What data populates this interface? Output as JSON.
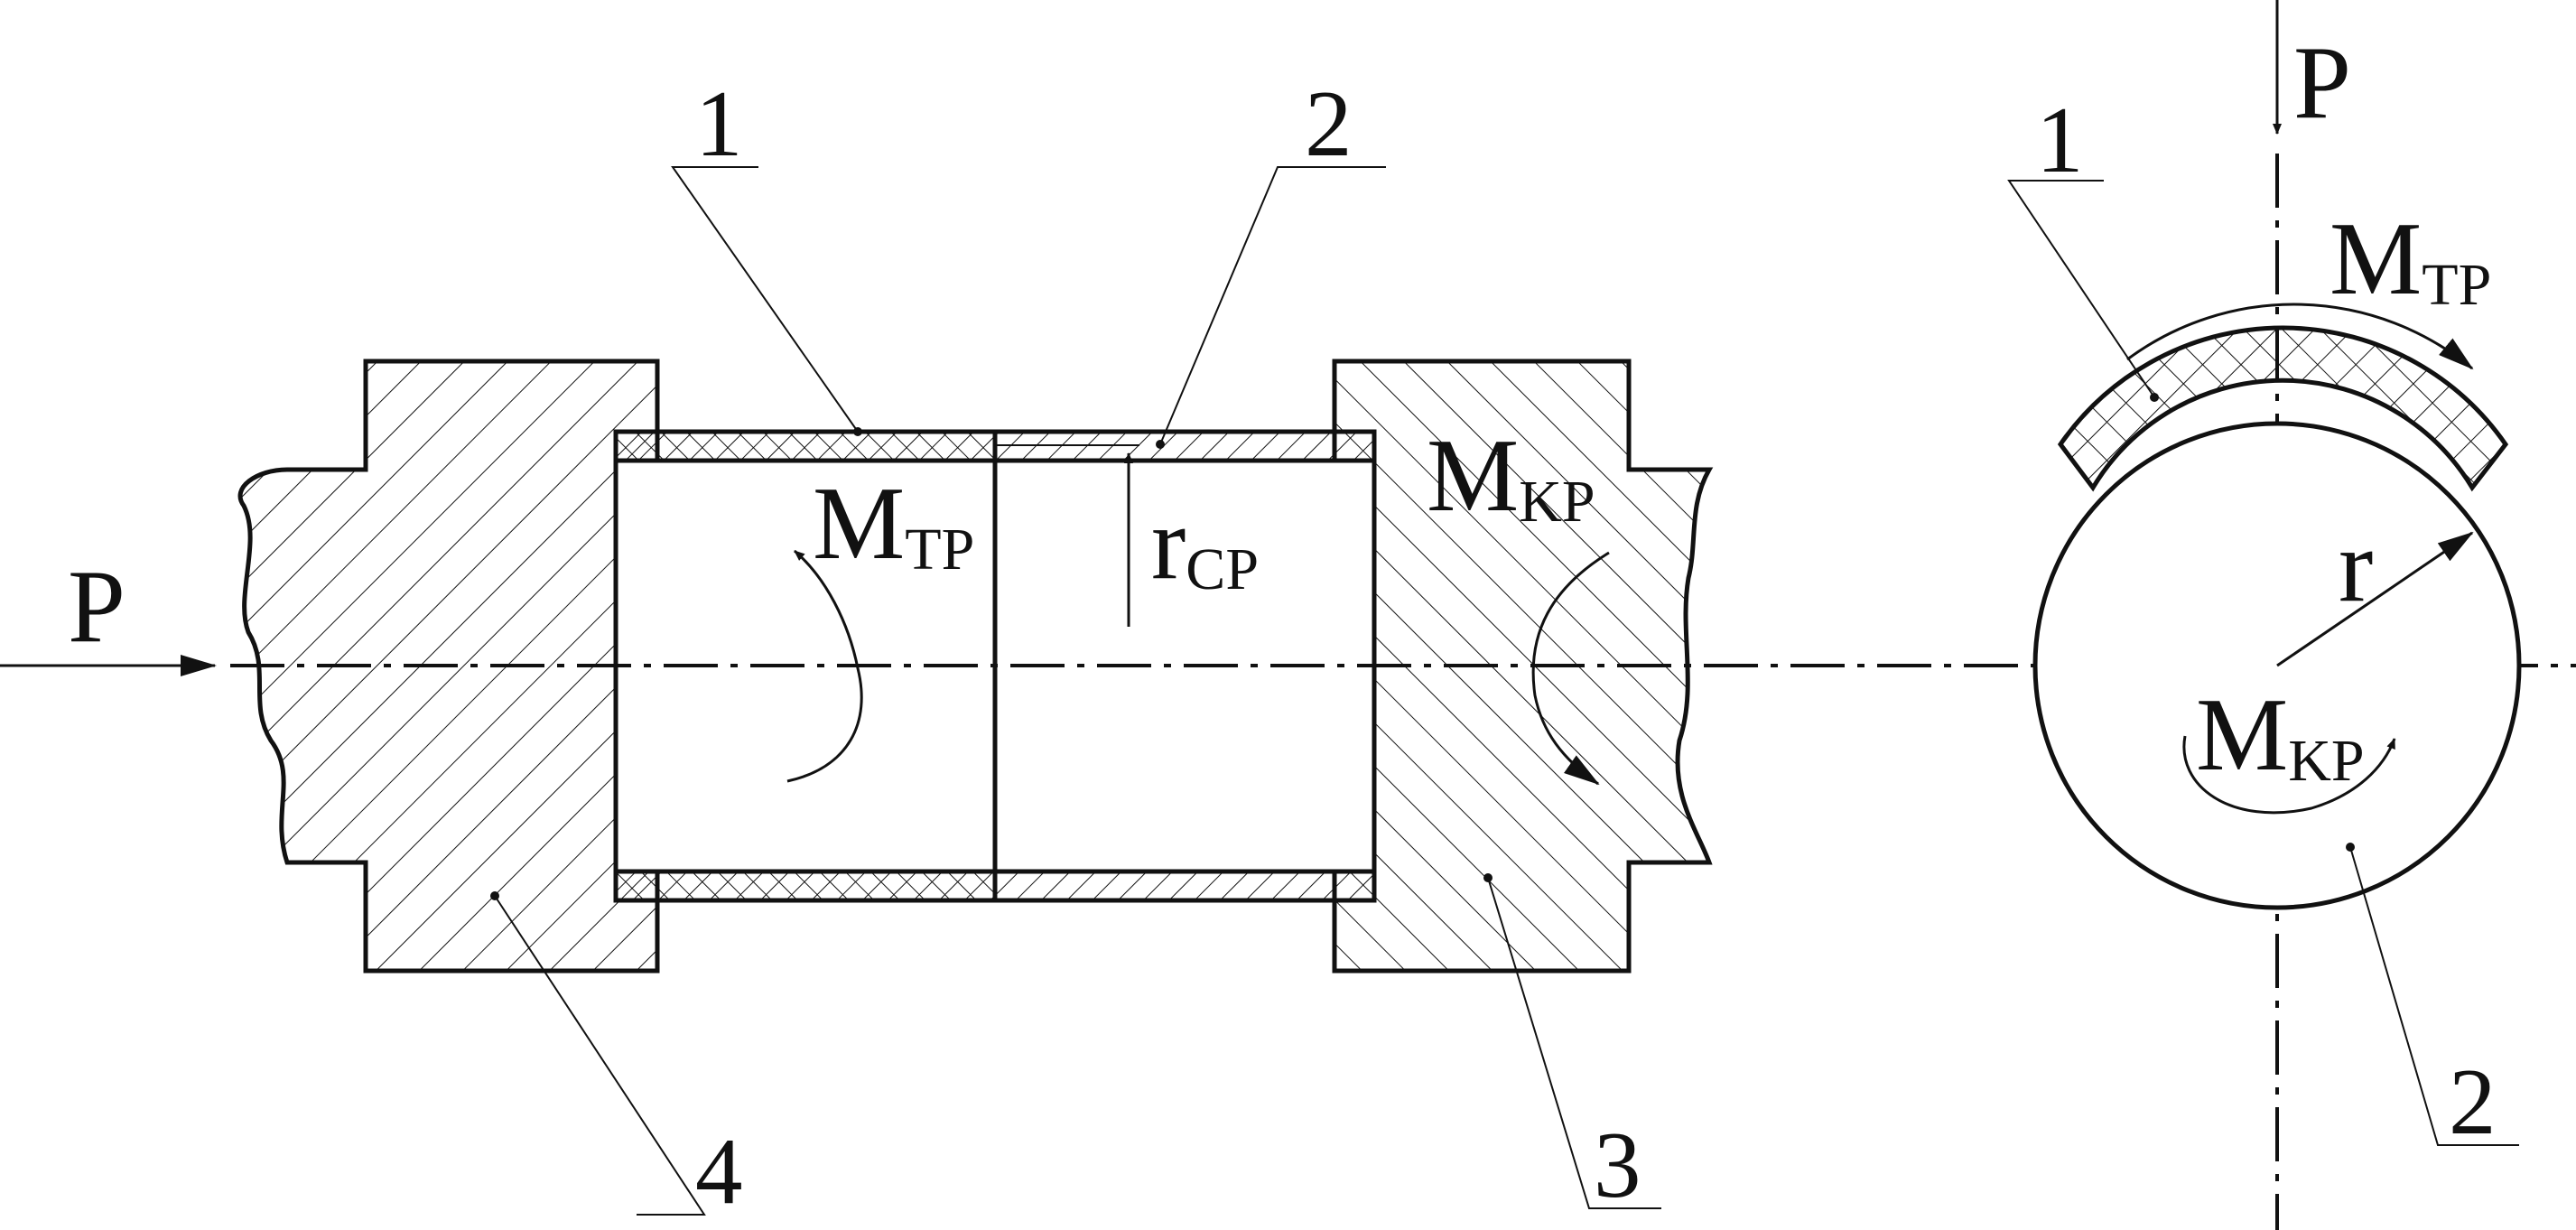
{
  "labels": {
    "force_left": "P",
    "force_right": "P",
    "part_1_left": "1",
    "part_2_left": "2",
    "part_1_right": "1",
    "part_2_right": "2",
    "part_3": "3",
    "part_4": "4",
    "m_tp_left": "M",
    "m_tp_left_sub": "TP",
    "r_cp": "r",
    "r_cp_sub": "CP",
    "m_kp_left": "M",
    "m_kp_left_sub": "KP",
    "m_tp_right": "M",
    "m_tp_right_sub": "TP",
    "radius_r": "r",
    "m_kp_right": "M",
    "m_kp_right_sub": "KP"
  },
  "colors": {
    "line": "#111111",
    "background": "#ffffff"
  }
}
